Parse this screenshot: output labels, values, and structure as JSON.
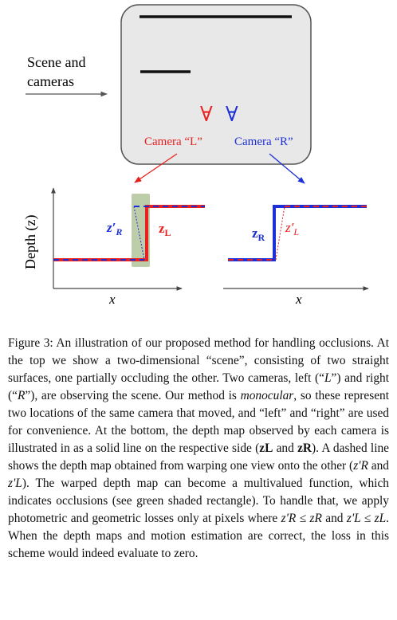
{
  "figure": {
    "scene_label_line1": "Scene and",
    "scene_label_line2": "cameras",
    "camera_left_label": "Camera “L”",
    "camera_right_label": "Camera “R”",
    "camera_left_glyph": "∀",
    "camera_right_glyph": "∀",
    "y_axis_label": "Depth (z)",
    "x_axis_label_left": "x",
    "x_axis_label_right": "x",
    "left_plot_warped_label": "z'R",
    "left_plot_solid_label": "zL",
    "right_plot_solid_label": "zR",
    "right_plot_warped_label": "z'L",
    "colors": {
      "camera_left": "#e8201e",
      "camera_right": "#1d2fd6",
      "occlusion_shade": "#b9c9a4",
      "scene_box": "#e8e8e8"
    }
  },
  "caption": {
    "part1": "Figure 3: An illustration of our proposed method for handling occlusions. At the top we show a two-dimensional “scene”, consisting of two straight surfaces, one partially occluding the other. Two cameras, left (“",
    "L": "L",
    "part2": "”) and right (“",
    "R": "R",
    "part3": "”), are observing the scene. Our method is ",
    "monocular": "monocular",
    "part4": ", so these represent two locations of the same camera that moved, and “left” and “right” are used for convenience. At the bottom, the depth map observed by each camera is illustrated in as a solid line on the respective side (",
    "zL": "zL",
    "and1": " and ",
    "zR": "zR",
    "part5": "). A dashed line shows the depth map obtained from warping one view onto the other (",
    "zpR": "z'R",
    "and2": " and ",
    "zpL": "z'L",
    "part6": "). The warped depth map can become a multivalued function, which indicates occlusions (see green shaded rectangle). To handle that, we apply photometric and geometric losses only at pixels where ",
    "ineq1": "z'R ≤ zR",
    "and3": " and ",
    "ineq2": "z'L ≤ zL",
    "part7": ". When the depth maps and motion estimation are correct, the loss in this scheme would indeed evaluate to zero."
  }
}
